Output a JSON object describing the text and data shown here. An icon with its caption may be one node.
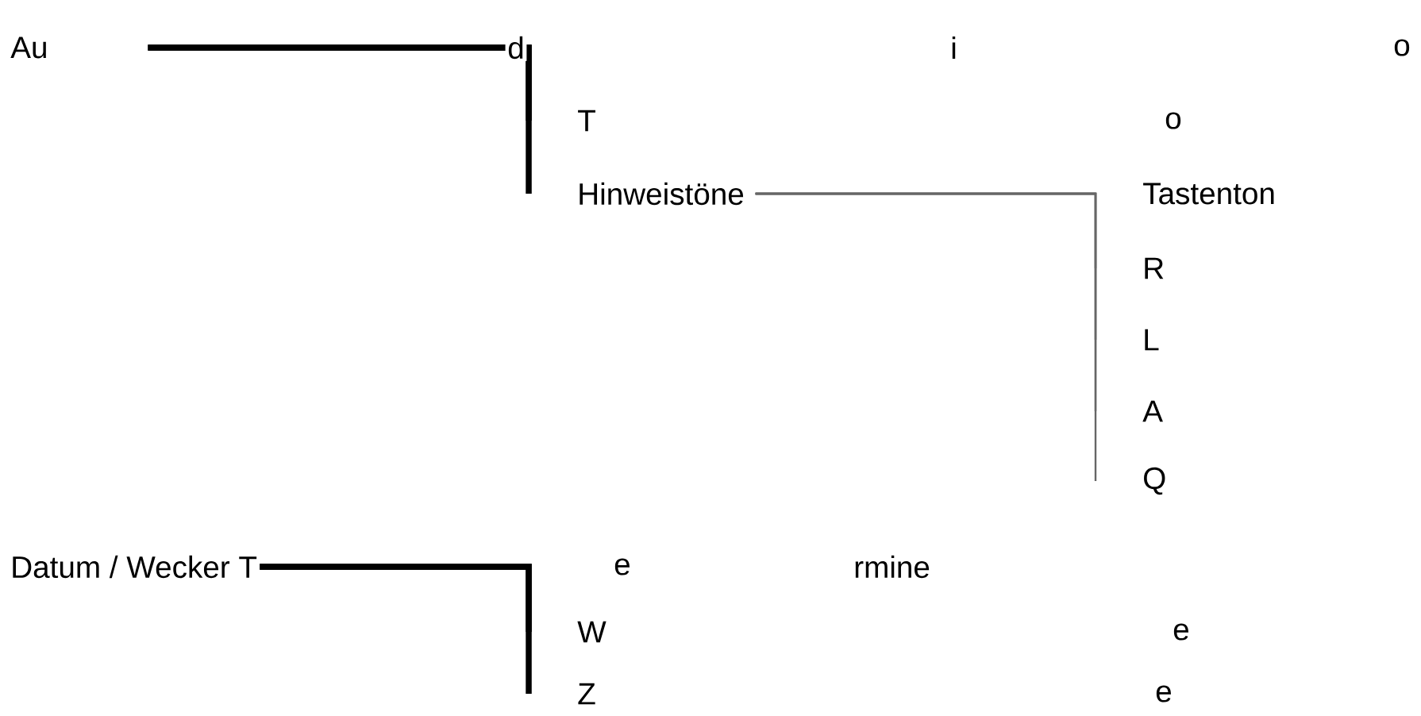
{
  "diagram": {
    "nodes": [
      {
        "text": [
          "Au"
        ]
      },
      {
        "text": [
          "T"
        ]
      },
      {
        "text": [
          "Hinweistöne"
        ]
      },
      {
        "text": [
          "Tastenton"
        ]
      },
      {
        "text": [
          "R"
        ]
      },
      {
        "text": [
          "L"
        ]
      },
      {
        "text": [
          "A"
        ]
      },
      {
        "text": [
          "Q"
        ]
      },
      {
        "text": [
          "Datum / Wecker T"
        ]
      },
      {
        "text": [
          "W"
        ]
      },
      {
        "text": [
          "Z"
        ]
      }
    ],
    "edges": [
      {
        "from": 0,
        "to": 1,
        "arrow": "none",
        "style": "thick",
        "color": "#000000"
      },
      {
        "from": 0,
        "to": 2,
        "arrow": "none",
        "style": "thick",
        "color": "#000000"
      },
      {
        "from": 2,
        "to": 3,
        "arrow": "none"
      },
      {
        "from": 2,
        "to": 4,
        "arrow": "none"
      },
      {
        "from": 2,
        "to": 5,
        "arrow": "none"
      },
      {
        "from": 2,
        "to": 6,
        "arrow": "none"
      },
      {
        "from": 2,
        "to": 7,
        "arrow": "none"
      },
      {
        "from": 8,
        "to": 9,
        "arrow": "none",
        "style": "thick",
        "color": "#000000"
      },
      {
        "from": 8,
        "to": 10,
        "arrow": "none",
        "style": "thick",
        "color": "#000000"
      }
    ],
    "labels": [
      "d",
      "i",
      "o",
      "o",
      "e",
      "rmine",
      "e",
      "e"
    ]
  }
}
